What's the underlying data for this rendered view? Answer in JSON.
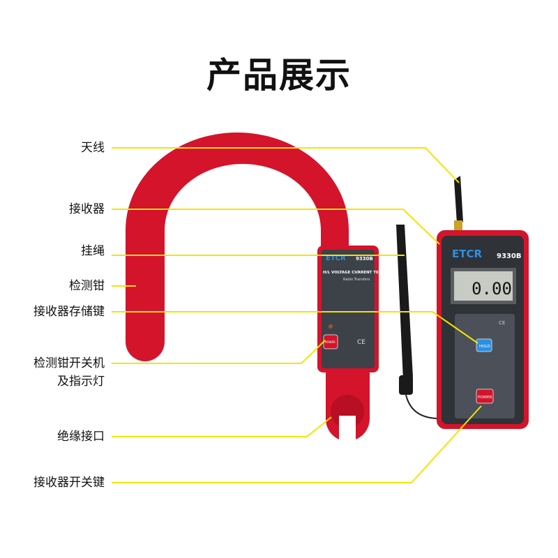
{
  "title": "产品展示",
  "labels": {
    "antenna": "天线",
    "receiver": "接收器",
    "lanyard": "挂绳",
    "clamp": "检测钳",
    "hold_key": "接收器存储键",
    "clamp_power_1": "检测钳开关机",
    "clamp_power_2": "及指示灯",
    "insulated_port": "绝缘接口",
    "receiver_power": "接收器开关键"
  },
  "device": {
    "brand": "ETCR",
    "model": "9330B",
    "clamp_text": "H/L VOLTAGE CURRENT TESTER",
    "clamp_subtext": "Radio Transfers",
    "display": "0.00",
    "hold": "HOLD",
    "power": "POWER",
    "ce": "CE"
  },
  "colors": {
    "leader": "#f5e400",
    "body": "#d3142b",
    "panel": "#3d4148",
    "hold": "#2e8fe0"
  }
}
